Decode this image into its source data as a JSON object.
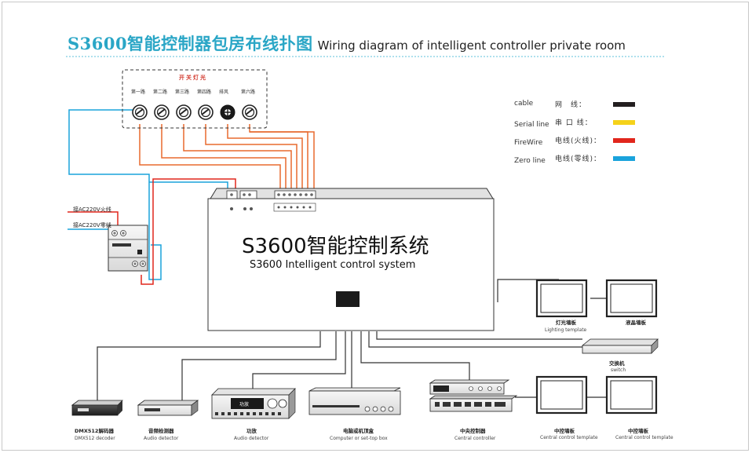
{
  "title": {
    "cn": "S3600智能控制器包房布线扑图",
    "en": "Wiring diagram of intelligent controller private room"
  },
  "switch_panel": {
    "title": "开关灯光",
    "labels": [
      "第一路",
      "第二路",
      "第三路",
      "第四路",
      "排风",
      "第六路"
    ]
  },
  "legend": [
    {
      "en": "cable",
      "cn": "网　线：",
      "color": "#231f20"
    },
    {
      "en": "Serial line",
      "cn": "串 口 线：",
      "color": "#f5d21a"
    },
    {
      "en": "FireWire",
      "cn": "电线(火线)：",
      "color": "#e1261c"
    },
    {
      "en": "Zero line",
      "cn": "电线(零线)：",
      "color": "#1aa3dc"
    }
  ],
  "power": {
    "live_label": "接AC220V火线",
    "neutral_label": "接AC220V零线"
  },
  "controller": {
    "name_cn": "S3600智能控制系统",
    "name_en": "S3600 Intelligent control system"
  },
  "devices": {
    "dmx": {
      "cn": "DMX512解码器",
      "en": "DMX512 decoder"
    },
    "audio_detector": {
      "cn": "音频检测器",
      "en": "Audio detector"
    },
    "amplifier": {
      "cn": "功放",
      "en": "Audio detector",
      "panel_text": "功放"
    },
    "pc": {
      "cn": "电脑或机顶盒",
      "en": "Computer or set-top box"
    },
    "central": {
      "cn": "中央控制器",
      "en": "Central controller"
    },
    "wall1": {
      "cn": "中控墙板",
      "en": "Central control template"
    },
    "wall2": {
      "cn": "中控墙板",
      "en": "Central control template"
    },
    "switch": {
      "cn": "交换机",
      "en": "switch"
    },
    "lighting_panel": {
      "cn": "灯光墙板",
      "en": "Lighting template"
    },
    "lcd_panel": {
      "cn": "液晶墙板"
    }
  }
}
